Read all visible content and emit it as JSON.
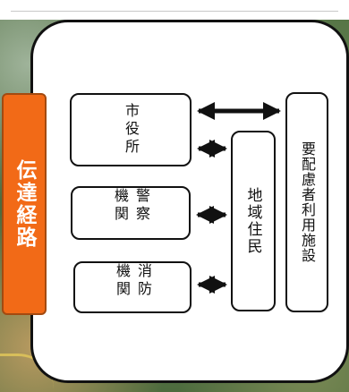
{
  "diagram": {
    "route_label": "伝達経路",
    "nodes": {
      "city_hall": "市役所",
      "police": "警察機関",
      "fire": "消防機関",
      "residents": "地域住民",
      "facilities": "要配慮者利用施設"
    },
    "edges": [
      {
        "from": "city_hall",
        "to": "facilities",
        "style": "double-arrow"
      },
      {
        "from": "city_hall",
        "to": "residents",
        "style": "double-arrow"
      },
      {
        "from": "police",
        "to": "residents",
        "style": "double-arrow"
      },
      {
        "from": "fire",
        "to": "residents",
        "style": "double-arrow"
      }
    ],
    "colors": {
      "route_tab": "#f26a17",
      "frame": "#111111",
      "box_fill": "#ffffff"
    }
  }
}
